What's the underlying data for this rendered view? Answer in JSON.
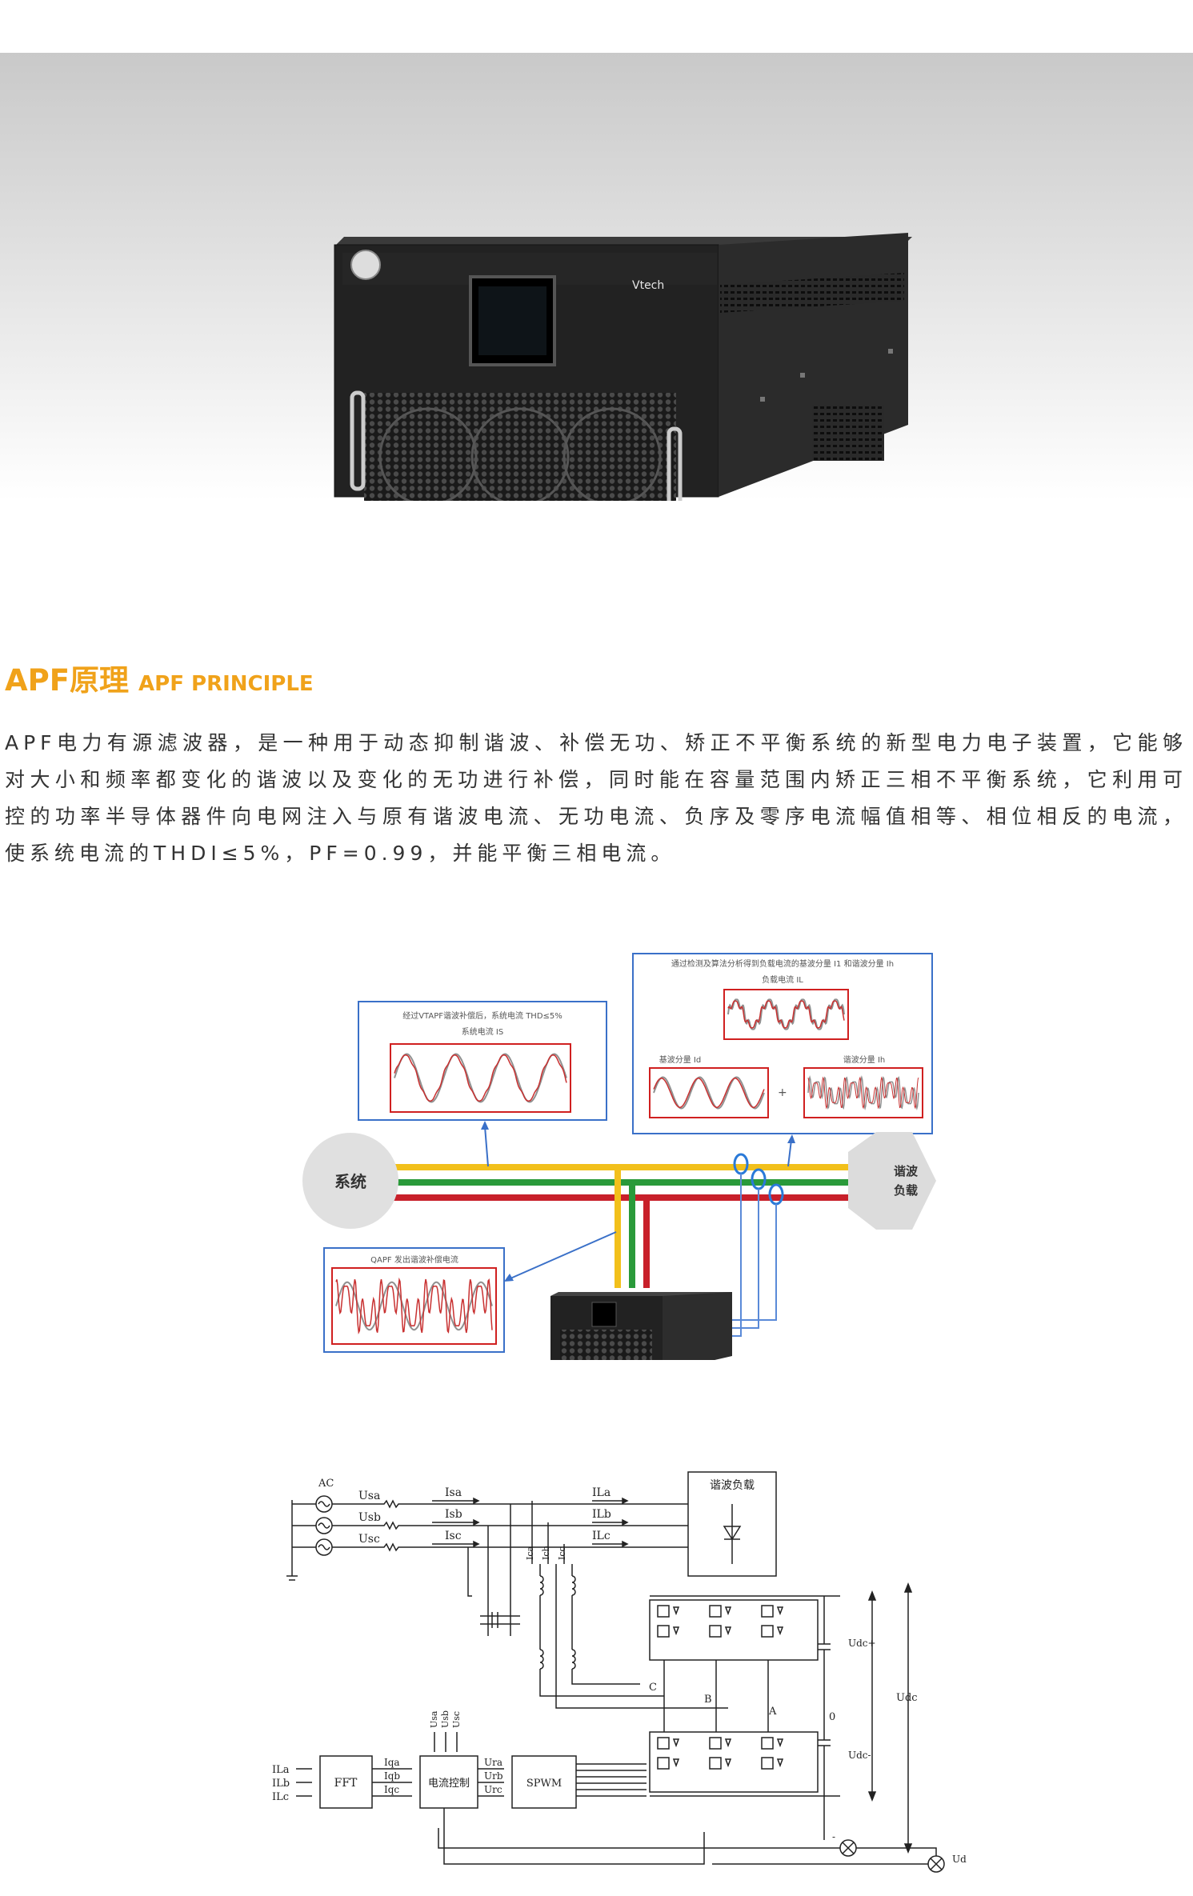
{
  "hero": {
    "brand_logo_text": "Vtech"
  },
  "section": {
    "title_cn": "APF原理",
    "title_en": "APF PRINCIPLE",
    "paragraph": "APF电力有源滤波器，是一种用于动态抑制谐波、补偿无功、矫正不平衡系统的新型电力电子装置，它能够对大小和频率都变化的谐波以及变化的无功进行补偿，同时能在容量范围内矫正三相不平衡系统，它利用可控的功率半导体器件向电网注入与原有谐波电流、无功电流、负序及零序电流幅值相等、相位相反的电流，使系统电流的THDI≤5%，PF=0.99，并能平衡三相电流。"
  },
  "flow": {
    "system_label": "系统",
    "load_label_line1": "谐波",
    "load_label_line2": "负载",
    "box_left_line1": "经过VTAPF谐波补偿后，系统电流 THD≤5%",
    "box_left_line2": "系统电流 IS",
    "box_right_title": "通过检测及算法分析得到负载电流的基波分量 I1 和谐波分量 Ih",
    "box_right_load": "负载电流 IL",
    "box_right_fund": "基波分量 Id",
    "box_right_harm": "谐波分量 Ih",
    "box_right_plus": "+",
    "box_bottom_title": "QAPF 发出谐波补偿电流",
    "colors": {
      "yellow": "#f2c01b",
      "green": "#2a9a3a",
      "red": "#c8202a",
      "frame": "#3a70c8",
      "wave_red": "#c83030",
      "wave_gray": "#909090"
    }
  },
  "circuit": {
    "ac": "AC",
    "usa": "Usa",
    "usb": "Usb",
    "usc": "Usc",
    "isa": "Isa",
    "isb": "Isb",
    "isc": "Isc",
    "ila": "ILa",
    "ilb": "ILb",
    "ilc": "ILc",
    "load_title": "谐波负载",
    "ica": "Ica",
    "icb": "Icb",
    "icc": "Icc",
    "fft": "FFT",
    "in_ila": "ILa",
    "in_ilb": "ILb",
    "in_ilc": "ILc",
    "iqa": "Iqa",
    "iqb": "Iqb",
    "iqc": "Iqc",
    "ctrl": "电流控制",
    "ura": "Ura",
    "urb": "Urb",
    "urc": "Urc",
    "spwm": "SPWM",
    "usa_v": "Usa",
    "usb_v": "Usb",
    "usc_v": "Usc",
    "node_a": "A",
    "node_b": "B",
    "node_c": "C",
    "zero": "0",
    "udc_plus": "Udc+",
    "udc_minus": "Udc-",
    "udc": "Udc",
    "ud": "Ud",
    "minus": "-"
  }
}
